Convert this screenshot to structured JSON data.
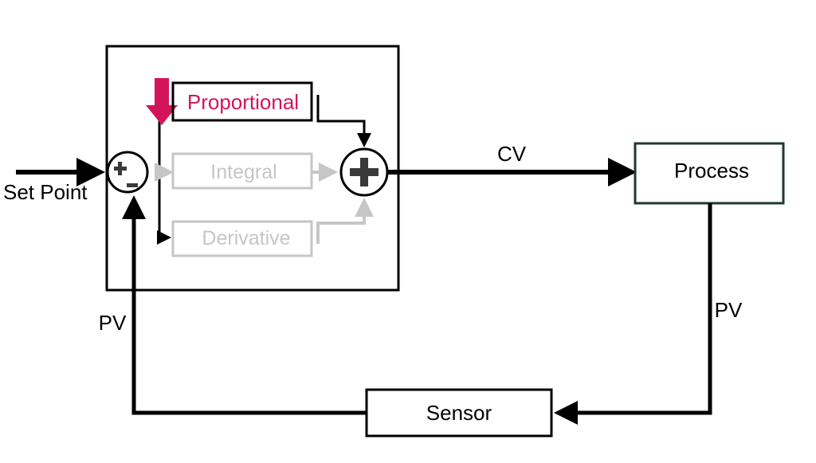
{
  "diagram": {
    "blocks": {
      "proportional": "Proportional",
      "integral": "Integral",
      "derivative": "Derivative",
      "process": "Process",
      "sensor": "Sensor"
    },
    "labels": {
      "set_point": "Set Point",
      "cv": "CV",
      "pv_right": "PV",
      "pv_left": "PV"
    }
  },
  "colors": {
    "highlight": "#d4145a",
    "faded": "#c6c6c6",
    "line": "#000000",
    "process_border": "#1e3a2f",
    "symbol_fill": "#3a3a3a"
  }
}
